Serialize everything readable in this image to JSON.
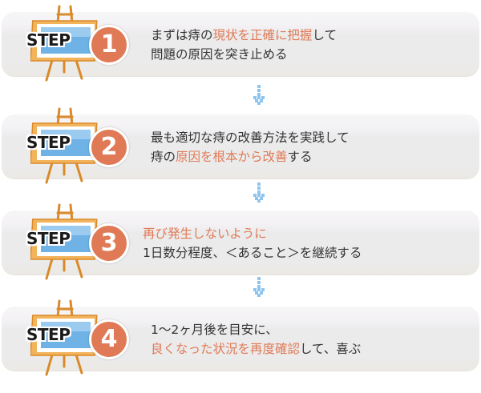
{
  "step_word": "STEP",
  "colors": {
    "accent": "#e07a56",
    "text": "#333333",
    "arrow": "#8ec5ef",
    "canvas": "#6fb2e6",
    "easel": "#e8a23c"
  },
  "steps": [
    {
      "number": "1",
      "line1": [
        {
          "t": "まずは痔の"
        },
        {
          "t": "現状を正確に把握",
          "hl": true
        },
        {
          "t": "して"
        }
      ],
      "line2": [
        {
          "t": "問題の原因を突き止める"
        }
      ]
    },
    {
      "number": "2",
      "line1": [
        {
          "t": "最も適切な痔の改善方法を実践して"
        }
      ],
      "line2": [
        {
          "t": "痔の"
        },
        {
          "t": "原因を根本から改善",
          "hl": true
        },
        {
          "t": "する"
        }
      ]
    },
    {
      "number": "3",
      "line1": [
        {
          "t": "再び発生しないように",
          "hl": true
        }
      ],
      "line2": [
        {
          "t": "1日数分程度、＜あること＞を継続する"
        }
      ]
    },
    {
      "number": "4",
      "line1": [
        {
          "t": "1～2ヶ月後を目安に、"
        }
      ],
      "line2": [
        {
          "t": "良くなった状況を再度確認",
          "hl": true
        },
        {
          "t": "して、喜ぶ"
        }
      ]
    }
  ],
  "arrows": [
    {
      "icon": "down-arrow-icon"
    },
    {
      "icon": "down-arrow-icon"
    },
    {
      "icon": "down-arrow-icon"
    }
  ]
}
